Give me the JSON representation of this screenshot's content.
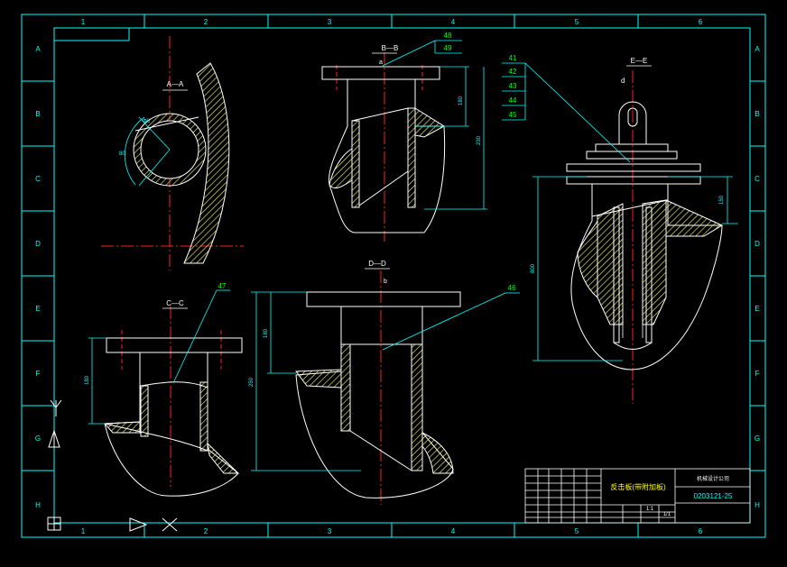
{
  "colors": {
    "background": "#000000",
    "frame": "#00ffff",
    "outline": "#ffffff",
    "centerline": "#ff2020",
    "hatch": "#ffff80",
    "dimension": "#00ffff",
    "label": "#00ff00"
  },
  "border": {
    "columns": [
      "1",
      "2",
      "3",
      "4",
      "5",
      "6"
    ],
    "rows": [
      "A",
      "B",
      "C",
      "D",
      "E",
      "F",
      "G",
      "H"
    ]
  },
  "views": {
    "aa": {
      "title": "A—A"
    },
    "bb": {
      "title": "B—B",
      "mark": "a"
    },
    "cc": {
      "title": "C—C"
    },
    "dd": {
      "title": "D—D",
      "mark": "b"
    },
    "ee": {
      "title": "E—E",
      "mark": "d"
    }
  },
  "balloons": {
    "b41": "41",
    "b42": "42",
    "b43": "43",
    "b44": "44",
    "b45": "45",
    "b46": "46",
    "b47": "47",
    "b48": "48",
    "b49": "49"
  },
  "dimensions": {
    "bb_short": "180",
    "bb_long": "230",
    "cc": "180",
    "dd_short": "180",
    "dd_long": "250",
    "ee_short": "150",
    "ee_long": "800"
  },
  "title_block": {
    "part_name": "反击板(带附加板)",
    "company": "机械设计公司",
    "drawing_no": "0203121-25",
    "scale": "1:1",
    "sheet": "1/1"
  },
  "icons": [
    "ucs-axis-icon",
    "triangle-marker-icon",
    "grid-square-icon",
    "arrow-triangle-icon",
    "cross-icon"
  ]
}
